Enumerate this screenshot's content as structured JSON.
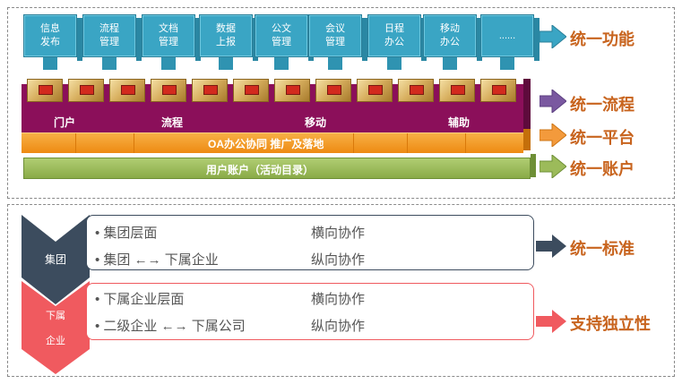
{
  "modules": [
    "信息\n发布",
    "流程\n管理",
    "文档\n管理",
    "数据\n上报",
    "公文\n管理",
    "会议\n管理",
    "日程\n办公",
    "移动\n办公",
    "......"
  ],
  "platform": {
    "portal_labels": [
      "门户",
      "流程",
      "移动",
      "辅助"
    ],
    "oa_label": "OA办公协同  推广及落地",
    "account_label": "用户账户（活动目录）"
  },
  "right_titles": {
    "function": "统一功能",
    "process": "统一流程",
    "platform": "统一平台",
    "account": "统一账户",
    "standard": "统一标准",
    "independent": "支持独立性"
  },
  "groups": {
    "group": {
      "label": "集团",
      "rows": [
        {
          "left": "• 集团层面",
          "right": "横向协作"
        },
        {
          "left": "• 集团 ←→ 下属企业",
          "right": "纵向协作"
        }
      ]
    },
    "subsidiary": {
      "label_line1": "下属",
      "label_line2": "企业",
      "rows": [
        {
          "left": "• 下属企业层面",
          "right": "横向协作"
        },
        {
          "left": "• 二级企业 ←→ 下属公司",
          "right": "纵向协作"
        }
      ]
    }
  },
  "colors": {
    "module": "#3aa5c4",
    "portal": "#8b0f5a",
    "oa": "#f0951c",
    "account": "#9cbb5a",
    "group": "#3c4c5e",
    "subsidiary": "#f05a5f"
  }
}
